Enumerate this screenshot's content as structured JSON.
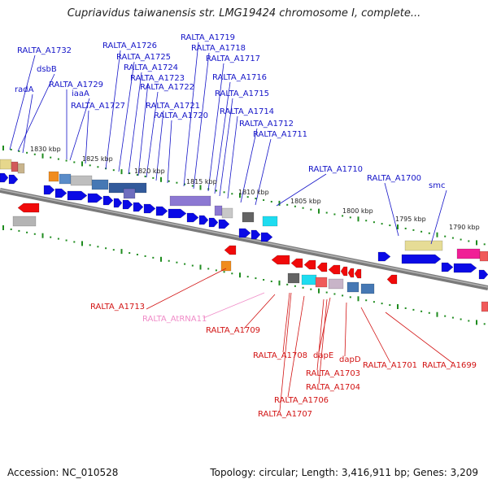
{
  "title": "Cupriavidus taiwanensis str. LMG19424 chromosome I, complete...",
  "footer": {
    "accession": "Accession: NC_010528",
    "summary": "Topology: circular; Length: 3,416,911 bp; Genes: 3,209"
  },
  "colors": {
    "forward_label": "#1414c8",
    "reverse_label": "#d21414",
    "rna_label": "#f08cc8",
    "backbone": "#8c8c8c",
    "forward_gene": "#0a0ae6",
    "reverse_gene": "#f00a0a",
    "tick": "#1f8c1f"
  },
  "kbp_markers": [
    "1830 kbp",
    "1825 kbp",
    "1820 kbp",
    "1815 kbp",
    "1810 kbp",
    "1805 kbp",
    "1800 kbp",
    "1795 kbp",
    "1790 kbp"
  ],
  "forward_genes": [
    "RALTA_A1732",
    "dsbB",
    "radA",
    "RALTA_A1729",
    "iaaA",
    "RALTA_A1727",
    "RALTA_A1726",
    "RALTA_A1725",
    "RALTA_A1724",
    "RALTA_A1723",
    "RALTA_A1722",
    "RALTA_A1721",
    "RALTA_A1720",
    "RALTA_A1719",
    "RALTA_A1718",
    "RALTA_A1717",
    "RALTA_A1716",
    "RALTA_A1715",
    "RALTA_A1714",
    "RALTA_A1712",
    "RALTA_A1711",
    "RALTA_A1710",
    "RALTA_A1700",
    "smc"
  ],
  "reverse_genes": [
    "RALTA_A1713",
    "RALTA_AtRNA11",
    "RALTA_A1709",
    "RALTA_A1708",
    "dapE",
    "dapD",
    "RALTA_A1703",
    "RALTA_A1704",
    "RALTA_A1706",
    "RALTA_A1707",
    "RALTA_A1701",
    "RALTA_A1699"
  ]
}
